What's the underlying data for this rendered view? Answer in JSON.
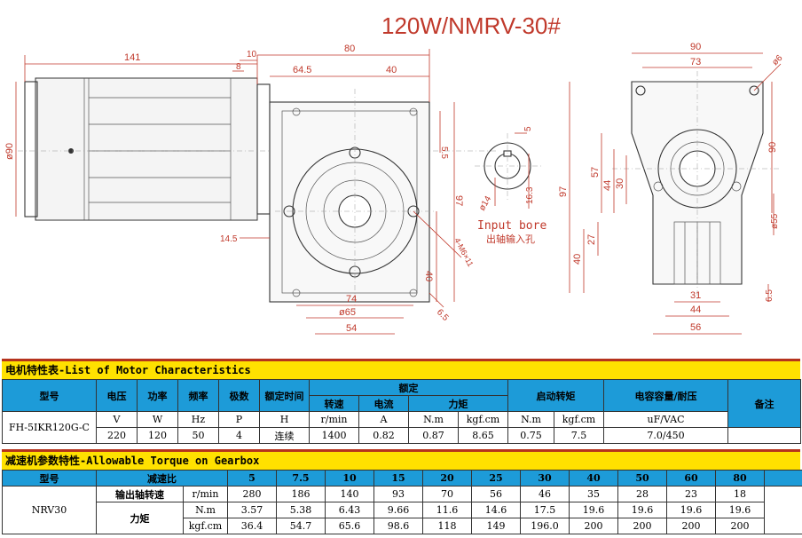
{
  "drawing": {
    "title": "120W/NMRV-30#",
    "side_view": {
      "dims": [
        "141",
        "80",
        "10",
        "8",
        "64.5",
        "40",
        "ø90",
        "5.5",
        "97",
        "14.5",
        "4-M6×11",
        "40",
        "74",
        "ø65",
        "54",
        "6.5"
      ]
    },
    "bore_view": {
      "dims": [
        "5",
        "ø14",
        "16.3"
      ],
      "label_en": "Input bore",
      "label_cn": "出轴输入孔"
    },
    "front_view": {
      "dims": [
        "90",
        "73",
        "ø6",
        "90",
        "57",
        "44",
        "30",
        "ø55",
        "97",
        "27",
        "40",
        "31",
        "6.5",
        "44",
        "56"
      ]
    }
  },
  "motor_table": {
    "title": "电机特性表-List of Motor Characteristics",
    "header_top": [
      "型号",
      "电压",
      "功率",
      "频率",
      "极数",
      "额定时间",
      "额定",
      "启动转矩",
      "电容容量/耐压",
      "备注"
    ],
    "header_rated": [
      "转速",
      "电流",
      "力矩"
    ],
    "units": [
      "V",
      "W",
      "Hz",
      "P",
      "H",
      "r/min",
      "A",
      "N.m",
      "kgf.cm",
      "N.m",
      "kgf.cm",
      "uF/VAC"
    ],
    "model": "FH-5IKR120G-C",
    "values": [
      "220",
      "120",
      "50",
      "4",
      "连续",
      "1400",
      "0.82",
      "0.87",
      "8.65",
      "0.75",
      "7.5",
      "7.0/450"
    ]
  },
  "gear_table": {
    "title": "减速机参数特性-Allowable Torque on Gearbox",
    "header_model": "型号",
    "header_ratio": "减速比",
    "ratios": [
      "5",
      "7.5",
      "10",
      "15",
      "20",
      "25",
      "30",
      "40",
      "50",
      "60",
      "80"
    ],
    "model": "NRV30",
    "speed_label": "输出轴转速",
    "speed_unit": "r/min",
    "speeds": [
      "280",
      "186",
      "140",
      "93",
      "70",
      "56",
      "46",
      "35",
      "28",
      "23",
      "18"
    ],
    "torque_label": "力矩",
    "torque_unit_nm": "N.m",
    "torque_nm": [
      "3.57",
      "5.38",
      "6.43",
      "9.66",
      "11.6",
      "14.6",
      "17.5",
      "19.6",
      "19.6",
      "19.6",
      "19.6"
    ],
    "torque_unit_kgf": "kgf.cm",
    "torque_kgf": [
      "36.4",
      "54.7",
      "65.6",
      "98.6",
      "118",
      "149",
      "196.0",
      "200",
      "200",
      "200",
      "200"
    ]
  }
}
